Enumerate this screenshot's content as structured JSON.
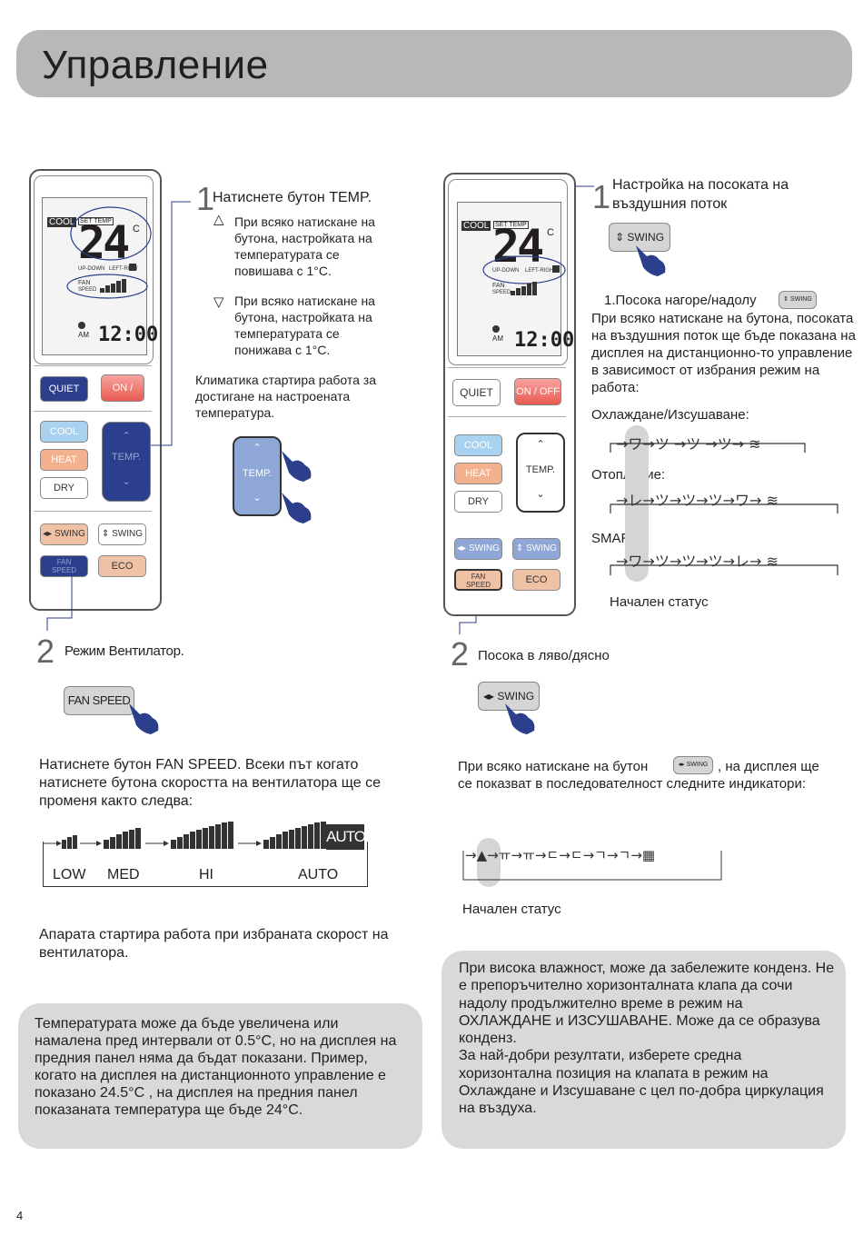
{
  "header": {
    "title": "Управление"
  },
  "page_number": "4",
  "remote": {
    "mode": "COOL",
    "set_temp": "SET TEMP",
    "temp_value": "24",
    "unit": "C",
    "fan_label": "FAN\nSPEED",
    "am": "AM",
    "clock": "12:00",
    "btn_quiet": "QUIET",
    "btn_onoff": "ON / OFF",
    "btn_cool": "COOL",
    "btn_heat": "HEAT",
    "btn_dry": "DRY",
    "btn_temp": "TEMP.",
    "btn_swing_lr": "SWING",
    "btn_swing_ud": "SWING",
    "btn_fan_speed": "FAN\nSPEED",
    "btn_eco": "ECO"
  },
  "left": {
    "step1_num": "1",
    "step1_title": "Натиснете бутон TEMP.",
    "up_text": "При всяко натискане на бутона, настройката на температурата се повишава с 1°C.",
    "down_text": "При всяко натискане на бутона, настройката на температурата се понижава с 1°C.",
    "start_text": "Климатика стартира работа за достигане на настроената температура.",
    "temp_button": "TEMP.",
    "step2_num": "2",
    "step2_title": "Режим Вентилатор.",
    "fan_button": "FAN SPEED",
    "fan_desc": "Натиснете бутон FAN SPEED. Всеки път когато натиснете бутона скоростта на вентилатора ще се променя както следва:",
    "fan_levels": [
      "LOW",
      "MED",
      "HI",
      "AUTO"
    ],
    "auto_badge": "AUTO",
    "fan_after": "Апарата стартира работа при избраната скорост на вентилатора.",
    "note": "Температурата може да бъде увеличена или намалена пред интервали от 0.5°C, но на дисплея на предния панел няма да бъдат показани. Пример, когато на дисплея на дистанционното управление е показано 24.5°C , на дисплея на предния панел показаната температура ще бъде 24°C."
  },
  "right": {
    "step1_num": "1",
    "step1_title": "Настройка на посоката на въздушния поток",
    "swing_button": "SWING",
    "ud_title": "1.Посока нагоре/надолу",
    "ud_desc": "При всяко натискане на бутона, посоката на въздушния поток ще бъде показана на дисплея на дистанционно-то управление в зависимост от избрания режим на работа:",
    "mode_cool_dry": "Охлаждане/Изсушаване:",
    "mode_heat": "Отопление:",
    "mode_smart": "SMART:",
    "initial_status": "Начален статус",
    "step2_num": "2",
    "step2_title": "Посока в ляво/дясно",
    "lr_button": "SWING",
    "lr_desc_1": "При всяко натискане на бутон",
    "lr_desc_2": ", на дисплея ще се показват в последователност следните индикатори:",
    "initial_status_2": "Начален статус",
    "note": "При висока влажност, може да забележите конденз. Не е препоръчително хоризонталната клапа да сочи надолу продължително време в режим на ОХЛАЖДАНЕ и ИЗСУШАВАНЕ. Може да се образува конденз.\nЗа най-добри резултати, изберете средна хоризонтална позиция на клапата в режим на Охлаждане и Изсушаване с цел по-добра циркулация на въздуха."
  }
}
